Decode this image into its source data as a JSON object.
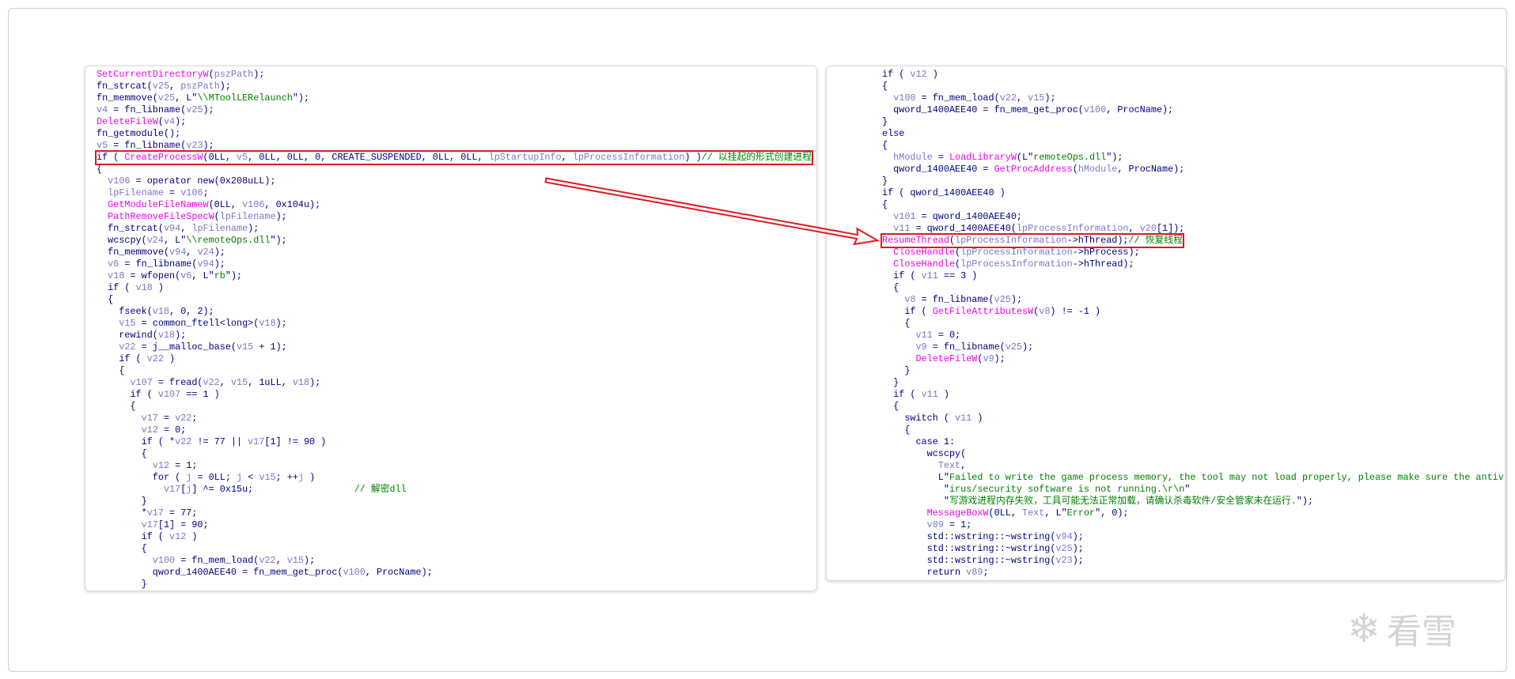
{
  "left_code": [
    {
      "tokens": [
        [
          "a",
          "SetCurrentDirectoryW"
        ],
        [
          "n",
          "("
        ],
        [
          "v",
          "pszPath"
        ],
        [
          "n",
          ");"
        ]
      ]
    },
    {
      "tokens": [
        [
          "n",
          "fn_strcat("
        ],
        [
          "v",
          "v25"
        ],
        [
          "n",
          ", "
        ],
        [
          "v",
          "pszPath"
        ],
        [
          "n",
          ");"
        ]
      ]
    },
    {
      "tokens": [
        [
          "n",
          "fn_memmove("
        ],
        [
          "v",
          "v25"
        ],
        [
          "n",
          ", L\""
        ],
        [
          "s",
          "\\\\MToolLERelaunch"
        ],
        [
          "n",
          "\");"
        ]
      ]
    },
    {
      "tokens": [
        [
          "v",
          "v4"
        ],
        [
          "n",
          " = fn_libname("
        ],
        [
          "v",
          "v25"
        ],
        [
          "n",
          ");"
        ]
      ]
    },
    {
      "tokens": [
        [
          "a",
          "DeleteFileW"
        ],
        [
          "n",
          "("
        ],
        [
          "v",
          "v4"
        ],
        [
          "n",
          ");"
        ]
      ]
    },
    {
      "tokens": [
        [
          "n",
          "fn_getmodule();"
        ]
      ]
    },
    {
      "tokens": [
        [
          "v",
          "v5"
        ],
        [
          "n",
          " = fn_libname("
        ],
        [
          "v",
          "v23"
        ],
        [
          "n",
          ");"
        ]
      ]
    },
    {
      "boxed": true,
      "tokens": [
        [
          "n",
          "if ( "
        ],
        [
          "a",
          "CreateProcessW"
        ],
        [
          "n",
          "(0LL, "
        ],
        [
          "v",
          "v5"
        ],
        [
          "n",
          ", 0LL, 0LL, 0, CREATE_SUSPENDED, 0LL, 0LL, "
        ],
        [
          "v",
          "lpStartupInfo"
        ],
        [
          "n",
          ", "
        ],
        [
          "v",
          "lpProcessInformation"
        ],
        [
          "n",
          ") )"
        ],
        [
          "c",
          "// 以挂起的形式创建进程"
        ]
      ]
    },
    {
      "tokens": [
        [
          "n",
          "{"
        ]
      ]
    },
    {
      "tokens": [
        [
          "v",
          "  v106"
        ],
        [
          "n",
          " = operator new(0x208uLL);"
        ]
      ]
    },
    {
      "tokens": [
        [
          "v",
          "  lpFilename"
        ],
        [
          "n",
          " = "
        ],
        [
          "v",
          "v106"
        ],
        [
          "n",
          ";"
        ]
      ]
    },
    {
      "tokens": [
        [
          "a",
          "  GetModuleFileNameW"
        ],
        [
          "n",
          "(0LL, "
        ],
        [
          "v",
          "v106"
        ],
        [
          "n",
          ", 0x104u);"
        ]
      ]
    },
    {
      "tokens": [
        [
          "a",
          "  PathRemoveFileSpecW"
        ],
        [
          "n",
          "("
        ],
        [
          "v",
          "lpFilename"
        ],
        [
          "n",
          ");"
        ]
      ]
    },
    {
      "tokens": [
        [
          "n",
          "  fn_strcat("
        ],
        [
          "v",
          "v94"
        ],
        [
          "n",
          ", "
        ],
        [
          "v",
          "lpFilename"
        ],
        [
          "n",
          ");"
        ]
      ]
    },
    {
      "tokens": [
        [
          "n",
          "  wcscpy("
        ],
        [
          "v",
          "v24"
        ],
        [
          "n",
          ", L\""
        ],
        [
          "s",
          "\\\\remoteOps.dll"
        ],
        [
          "n",
          "\");"
        ]
      ]
    },
    {
      "tokens": [
        [
          "n",
          "  fn_memmove("
        ],
        [
          "v",
          "v94"
        ],
        [
          "n",
          ", "
        ],
        [
          "v",
          "v24"
        ],
        [
          "n",
          ");"
        ]
      ]
    },
    {
      "tokens": [
        [
          "v",
          "  v6"
        ],
        [
          "n",
          " = fn_libname("
        ],
        [
          "v",
          "v94"
        ],
        [
          "n",
          ");"
        ]
      ]
    },
    {
      "tokens": [
        [
          "v",
          "  v18"
        ],
        [
          "n",
          " = wfopen("
        ],
        [
          "v",
          "v6"
        ],
        [
          "n",
          ", L\""
        ],
        [
          "s",
          "rb"
        ],
        [
          "n",
          "\");"
        ]
      ]
    },
    {
      "tokens": [
        [
          "n",
          "  if ( "
        ],
        [
          "v",
          "v18"
        ],
        [
          "n",
          " )"
        ]
      ]
    },
    {
      "tokens": [
        [
          "n",
          "  {"
        ]
      ]
    },
    {
      "tokens": [
        [
          "n",
          "    fseek("
        ],
        [
          "v",
          "v18"
        ],
        [
          "n",
          ", 0, 2);"
        ]
      ]
    },
    {
      "tokens": [
        [
          "v",
          "    v15"
        ],
        [
          "n",
          " = common_ftell<long>("
        ],
        [
          "v",
          "v18"
        ],
        [
          "n",
          ");"
        ]
      ]
    },
    {
      "tokens": [
        [
          "n",
          "    rewind("
        ],
        [
          "v",
          "v18"
        ],
        [
          "n",
          ");"
        ]
      ]
    },
    {
      "tokens": [
        [
          "v",
          "    v22"
        ],
        [
          "n",
          " = j__malloc_base("
        ],
        [
          "v",
          "v15"
        ],
        [
          "n",
          " + 1);"
        ]
      ]
    },
    {
      "tokens": [
        [
          "n",
          "    if ( "
        ],
        [
          "v",
          "v22"
        ],
        [
          "n",
          " )"
        ]
      ]
    },
    {
      "tokens": [
        [
          "n",
          "    {"
        ]
      ]
    },
    {
      "tokens": [
        [
          "v",
          "      v107"
        ],
        [
          "n",
          " = fread("
        ],
        [
          "v",
          "v22"
        ],
        [
          "n",
          ", "
        ],
        [
          "v",
          "v15"
        ],
        [
          "n",
          ", 1uLL, "
        ],
        [
          "v",
          "v18"
        ],
        [
          "n",
          ");"
        ]
      ]
    },
    {
      "tokens": [
        [
          "n",
          "      if ( "
        ],
        [
          "v",
          "v107"
        ],
        [
          "n",
          " == 1 )"
        ]
      ]
    },
    {
      "tokens": [
        [
          "n",
          "      {"
        ]
      ]
    },
    {
      "tokens": [
        [
          "v",
          "        v17"
        ],
        [
          "n",
          " = "
        ],
        [
          "v",
          "v22"
        ],
        [
          "n",
          ";"
        ]
      ]
    },
    {
      "tokens": [
        [
          "v",
          "        v12"
        ],
        [
          "n",
          " = 0;"
        ]
      ]
    },
    {
      "tokens": [
        [
          "n",
          "        if ( *"
        ],
        [
          "v",
          "v22"
        ],
        [
          "n",
          " != 77 || "
        ],
        [
          "v",
          "v17"
        ],
        [
          "n",
          "[1] != 90 )"
        ]
      ]
    },
    {
      "tokens": [
        [
          "n",
          "        {"
        ]
      ]
    },
    {
      "tokens": [
        [
          "v",
          "          v12"
        ],
        [
          "n",
          " = 1;"
        ]
      ]
    },
    {
      "tokens": [
        [
          "n",
          "          for ( "
        ],
        [
          "v",
          "j"
        ],
        [
          "n",
          " = 0LL; "
        ],
        [
          "v",
          "j"
        ],
        [
          "n",
          " < "
        ],
        [
          "v",
          "v15"
        ],
        [
          "n",
          "; ++"
        ],
        [
          "v",
          "j"
        ],
        [
          "n",
          " )"
        ]
      ]
    },
    {
      "tokens": [
        [
          "v",
          "            v17"
        ],
        [
          "n",
          "["
        ],
        [
          "v",
          "j"
        ],
        [
          "n",
          "] ^= 0x15u;"
        ],
        [
          "c",
          "                  // 解密dll"
        ]
      ]
    },
    {
      "tokens": [
        [
          "n",
          "        }"
        ]
      ]
    },
    {
      "tokens": [
        [
          "n",
          "        *"
        ],
        [
          "v",
          "v17"
        ],
        [
          "n",
          " = 77;"
        ]
      ]
    },
    {
      "tokens": [
        [
          "v",
          "        v17"
        ],
        [
          "n",
          "[1] = 90;"
        ]
      ]
    },
    {
      "tokens": [
        [
          "n",
          "        if ( "
        ],
        [
          "v",
          "v12"
        ],
        [
          "n",
          " )"
        ]
      ]
    },
    {
      "tokens": [
        [
          "n",
          "        {"
        ]
      ]
    },
    {
      "tokens": [
        [
          "v",
          "          v100"
        ],
        [
          "n",
          " = fn_mem_load("
        ],
        [
          "v",
          "v22"
        ],
        [
          "n",
          ", "
        ],
        [
          "v",
          "v15"
        ],
        [
          "n",
          ");"
        ]
      ]
    },
    {
      "tokens": [
        [
          "n",
          "          qword_1400AEE40 = fn_mem_get_proc("
        ],
        [
          "v",
          "v100"
        ],
        [
          "n",
          ", ProcName);"
        ]
      ]
    },
    {
      "tokens": [
        [
          "n",
          "        }"
        ]
      ]
    }
  ],
  "right_code": [
    {
      "tokens": [
        [
          "n",
          "if ( "
        ],
        [
          "v",
          "v12"
        ],
        [
          "n",
          " )"
        ]
      ]
    },
    {
      "tokens": [
        [
          "n",
          "{"
        ]
      ]
    },
    {
      "tokens": [
        [
          "v",
          "  v100"
        ],
        [
          "n",
          " = fn_mem_load("
        ],
        [
          "v",
          "v22"
        ],
        [
          "n",
          ", "
        ],
        [
          "v",
          "v15"
        ],
        [
          "n",
          ");"
        ]
      ]
    },
    {
      "tokens": [
        [
          "n",
          "  qword_1400AEE40 = fn_mem_get_proc("
        ],
        [
          "v",
          "v100"
        ],
        [
          "n",
          ", ProcName);"
        ]
      ]
    },
    {
      "tokens": [
        [
          "n",
          "}"
        ]
      ]
    },
    {
      "tokens": [
        [
          "n",
          "else"
        ]
      ]
    },
    {
      "tokens": [
        [
          "n",
          "{"
        ]
      ]
    },
    {
      "tokens": [
        [
          "v",
          "  hModule"
        ],
        [
          "n",
          " = "
        ],
        [
          "a",
          "LoadLibraryW"
        ],
        [
          "n",
          "(L\""
        ],
        [
          "s",
          "remoteOps.dll"
        ],
        [
          "n",
          "\");"
        ]
      ]
    },
    {
      "tokens": [
        [
          "n",
          "  qword_1400AEE40 = "
        ],
        [
          "a",
          "GetProcAddress"
        ],
        [
          "n",
          "("
        ],
        [
          "v",
          "hModule"
        ],
        [
          "n",
          ", ProcName);"
        ]
      ]
    },
    {
      "tokens": [
        [
          "n",
          "}"
        ]
      ]
    },
    {
      "tokens": [
        [
          "n",
          "if ( qword_1400AEE40 )"
        ]
      ]
    },
    {
      "tokens": [
        [
          "n",
          "{"
        ]
      ]
    },
    {
      "tokens": [
        [
          "v",
          "  v101"
        ],
        [
          "n",
          " = qword_1400AEE40;"
        ]
      ]
    },
    {
      "tokens": [
        [
          "v",
          "  v11"
        ],
        [
          "n",
          " = qword_1400AEE40("
        ],
        [
          "v",
          "lpProcessInformation"
        ],
        [
          "n",
          ", "
        ],
        [
          "v",
          "v20"
        ],
        [
          "n",
          "[1]);"
        ]
      ]
    },
    {
      "boxed": true,
      "tokens": [
        [
          "a",
          "ResumeThread"
        ],
        [
          "n",
          "("
        ],
        [
          "v",
          "lpProcessInformation"
        ],
        [
          "n",
          "->hThread);"
        ],
        [
          "c",
          "// 恢复线程"
        ]
      ]
    },
    {
      "tokens": [
        [
          "a",
          "  CloseHandle"
        ],
        [
          "n",
          "("
        ],
        [
          "v",
          "lpProcessInformation"
        ],
        [
          "n",
          "->hProcess);"
        ]
      ]
    },
    {
      "tokens": [
        [
          "a",
          "  CloseHandle"
        ],
        [
          "n",
          "("
        ],
        [
          "v",
          "lpProcessInformation"
        ],
        [
          "n",
          "->hThread);"
        ]
      ]
    },
    {
      "tokens": [
        [
          "n",
          "  if ( "
        ],
        [
          "v",
          "v11"
        ],
        [
          "n",
          " == 3 )"
        ]
      ]
    },
    {
      "tokens": [
        [
          "n",
          "  {"
        ]
      ]
    },
    {
      "tokens": [
        [
          "v",
          "    v8"
        ],
        [
          "n",
          " = fn_libname("
        ],
        [
          "v",
          "v25"
        ],
        [
          "n",
          ");"
        ]
      ]
    },
    {
      "tokens": [
        [
          "n",
          "    if ( "
        ],
        [
          "a",
          "GetFileAttributesW"
        ],
        [
          "n",
          "("
        ],
        [
          "v",
          "v8"
        ],
        [
          "n",
          ") != -1 )"
        ]
      ]
    },
    {
      "tokens": [
        [
          "n",
          "    {"
        ]
      ]
    },
    {
      "tokens": [
        [
          "v",
          "      v11"
        ],
        [
          "n",
          " = 0;"
        ]
      ]
    },
    {
      "tokens": [
        [
          "v",
          "      v9"
        ],
        [
          "n",
          " = fn_libname("
        ],
        [
          "v",
          "v25"
        ],
        [
          "n",
          ");"
        ]
      ]
    },
    {
      "tokens": [
        [
          "a",
          "      DeleteFileW"
        ],
        [
          "n",
          "("
        ],
        [
          "v",
          "v9"
        ],
        [
          "n",
          ");"
        ]
      ]
    },
    {
      "tokens": [
        [
          "n",
          "    }"
        ]
      ]
    },
    {
      "tokens": [
        [
          "n",
          "  }"
        ]
      ]
    },
    {
      "tokens": [
        [
          "n",
          "  if ( "
        ],
        [
          "v",
          "v11"
        ],
        [
          "n",
          " )"
        ]
      ]
    },
    {
      "tokens": [
        [
          "n",
          "  {"
        ]
      ]
    },
    {
      "tokens": [
        [
          "n",
          "    switch ( "
        ],
        [
          "v",
          "v11"
        ],
        [
          "n",
          " )"
        ]
      ]
    },
    {
      "tokens": [
        [
          "n",
          "    {"
        ]
      ]
    },
    {
      "tokens": [
        [
          "n",
          "      case 1:"
        ]
      ]
    },
    {
      "tokens": [
        [
          "n",
          "        wcscpy("
        ]
      ]
    },
    {
      "tokens": [
        [
          "v",
          "          Text"
        ],
        [
          "n",
          ","
        ]
      ]
    },
    {
      "tokens": [
        [
          "n",
          "          L\""
        ],
        [
          "s",
          "Failed to write the game process memory, the tool may not load properly, please make sure the antiv"
        ],
        [
          "n",
          "\""
        ]
      ]
    },
    {
      "tokens": [
        [
          "n",
          "           \""
        ],
        [
          "s",
          "irus/security software is not running.\\r\\n"
        ],
        [
          "n",
          "\""
        ]
      ]
    },
    {
      "tokens": [
        [
          "n",
          "           \""
        ],
        [
          "s",
          "写游戏进程内存失败，工具可能无法正常加载，请确认杀毒软件/安全管家未在运行."
        ],
        [
          "n",
          "\");"
        ]
      ]
    },
    {
      "tokens": [
        [
          "a",
          "        MessageBoxW"
        ],
        [
          "n",
          "(0LL, "
        ],
        [
          "v",
          "Text"
        ],
        [
          "n",
          ", L\""
        ],
        [
          "s",
          "Error"
        ],
        [
          "n",
          "\", 0);"
        ]
      ]
    },
    {
      "tokens": [
        [
          "v",
          "        v89"
        ],
        [
          "n",
          " = 1;"
        ]
      ]
    },
    {
      "tokens": [
        [
          "n",
          "        std::wstring::~wstring("
        ],
        [
          "v",
          "v94"
        ],
        [
          "n",
          ");"
        ]
      ]
    },
    {
      "tokens": [
        [
          "n",
          "        std::wstring::~wstring("
        ],
        [
          "v",
          "v25"
        ],
        [
          "n",
          ");"
        ]
      ]
    },
    {
      "tokens": [
        [
          "n",
          "        std::wstring::~wstring("
        ],
        [
          "v",
          "v23"
        ],
        [
          "n",
          ");"
        ]
      ]
    },
    {
      "tokens": [
        [
          "n",
          "        return "
        ],
        [
          "v",
          "v89"
        ],
        [
          "n",
          ";"
        ]
      ]
    }
  ],
  "watermark": {
    "text": "看雪",
    "icon": "snowflake-icon"
  },
  "colors": {
    "highlight_box": "#e0191f",
    "arrow": "#e0191f",
    "api": "#f000f0",
    "variable": "#7878c8",
    "string": "#008000",
    "plain": "#000080"
  }
}
